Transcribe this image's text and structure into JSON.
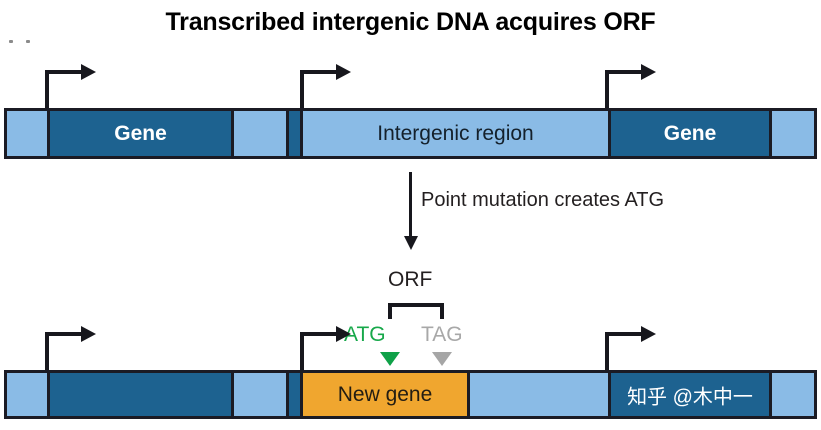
{
  "figure": {
    "title": "Transcribed intergenic DNA acquires ORF",
    "transition_text": "Point mutation creates ATG",
    "orf_label": "ORF",
    "codons": {
      "start": "ATG",
      "stop": "TAG"
    },
    "watermark": "知乎 @木中一"
  },
  "colors": {
    "light_blue": "#8ABBE6",
    "dark_blue": "#1D6290",
    "orange": "#F0A62F",
    "outline": "#1b1b24",
    "start_codon_green": "#17A84A",
    "stop_codon_gray": "#A8A8A8",
    "text_dark": "#231f20",
    "label_white": "#ffffff"
  },
  "top_construct": {
    "name": "original-locus",
    "segments": [
      {
        "id": "utr-left",
        "type": "intergenic",
        "label": ""
      },
      {
        "id": "gene-1",
        "type": "gene",
        "label": "Gene"
      },
      {
        "id": "spacer-1",
        "type": "intergenic",
        "label": ""
      },
      {
        "id": "spacer-2",
        "type": "gene",
        "label": ""
      },
      {
        "id": "intergenic-region",
        "type": "intergenic",
        "label": "Intergenic region"
      },
      {
        "id": "gene-2",
        "type": "gene",
        "label": "Gene"
      },
      {
        "id": "utr-right",
        "type": "intergenic",
        "label": ""
      }
    ],
    "promoters": [
      {
        "id": "promoter-1"
      },
      {
        "id": "promoter-2"
      },
      {
        "id": "promoter-3"
      }
    ]
  },
  "bottom_construct": {
    "name": "mutated-locus",
    "segments": [
      {
        "id": "utr-left",
        "type": "intergenic",
        "label": ""
      },
      {
        "id": "gene-1",
        "type": "gene",
        "label": ""
      },
      {
        "id": "spacer-1",
        "type": "intergenic",
        "label": ""
      },
      {
        "id": "spacer-2",
        "type": "gene",
        "label": ""
      },
      {
        "id": "new-gene",
        "type": "new-gene",
        "label": "New gene"
      },
      {
        "id": "intergenic-remainder",
        "type": "intergenic",
        "label": ""
      },
      {
        "id": "gene-2",
        "type": "gene",
        "label": "知乎 @木中一"
      },
      {
        "id": "utr-right",
        "type": "intergenic",
        "label": ""
      }
    ],
    "promoters": [
      {
        "id": "promoter-1"
      },
      {
        "id": "promoter-2"
      },
      {
        "id": "promoter-3"
      }
    ]
  }
}
